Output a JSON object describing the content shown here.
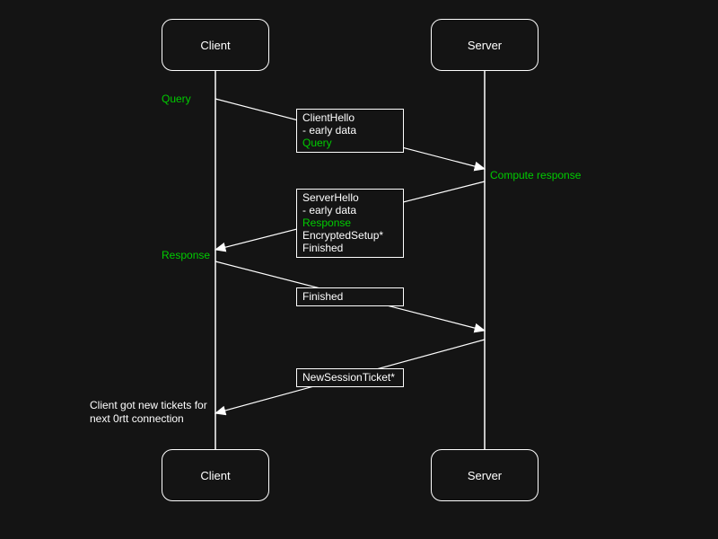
{
  "colors": {
    "background": "#141414",
    "line": "#ffffff",
    "text": "#ffffff",
    "accent_green": "#00cc00"
  },
  "actors": {
    "client_top": "Client",
    "server_top": "Server",
    "client_bottom": "Client",
    "server_bottom": "Server"
  },
  "labels": {
    "query": "Query",
    "compute_response": "Compute response",
    "response": "Response",
    "note": "Client got new tickets for\nnext 0rtt connection"
  },
  "messages": {
    "client_hello": {
      "lines": [
        {
          "text": "ClientHello",
          "green": false
        },
        {
          "text": "- early data",
          "green": false
        },
        {
          "text": "Query",
          "green": true
        }
      ]
    },
    "server_hello": {
      "lines": [
        {
          "text": "ServerHello",
          "green": false
        },
        {
          "text": "- early data",
          "green": false
        },
        {
          "text": "Response",
          "green": true
        },
        {
          "text": "EncryptedSetup*",
          "green": false
        },
        {
          "text": "Finished",
          "green": false
        }
      ]
    },
    "finished": {
      "lines": [
        {
          "text": "Finished",
          "green": false
        }
      ]
    },
    "new_session_ticket": {
      "lines": [
        {
          "text": "NewSessionTicket*",
          "green": false
        }
      ]
    }
  }
}
